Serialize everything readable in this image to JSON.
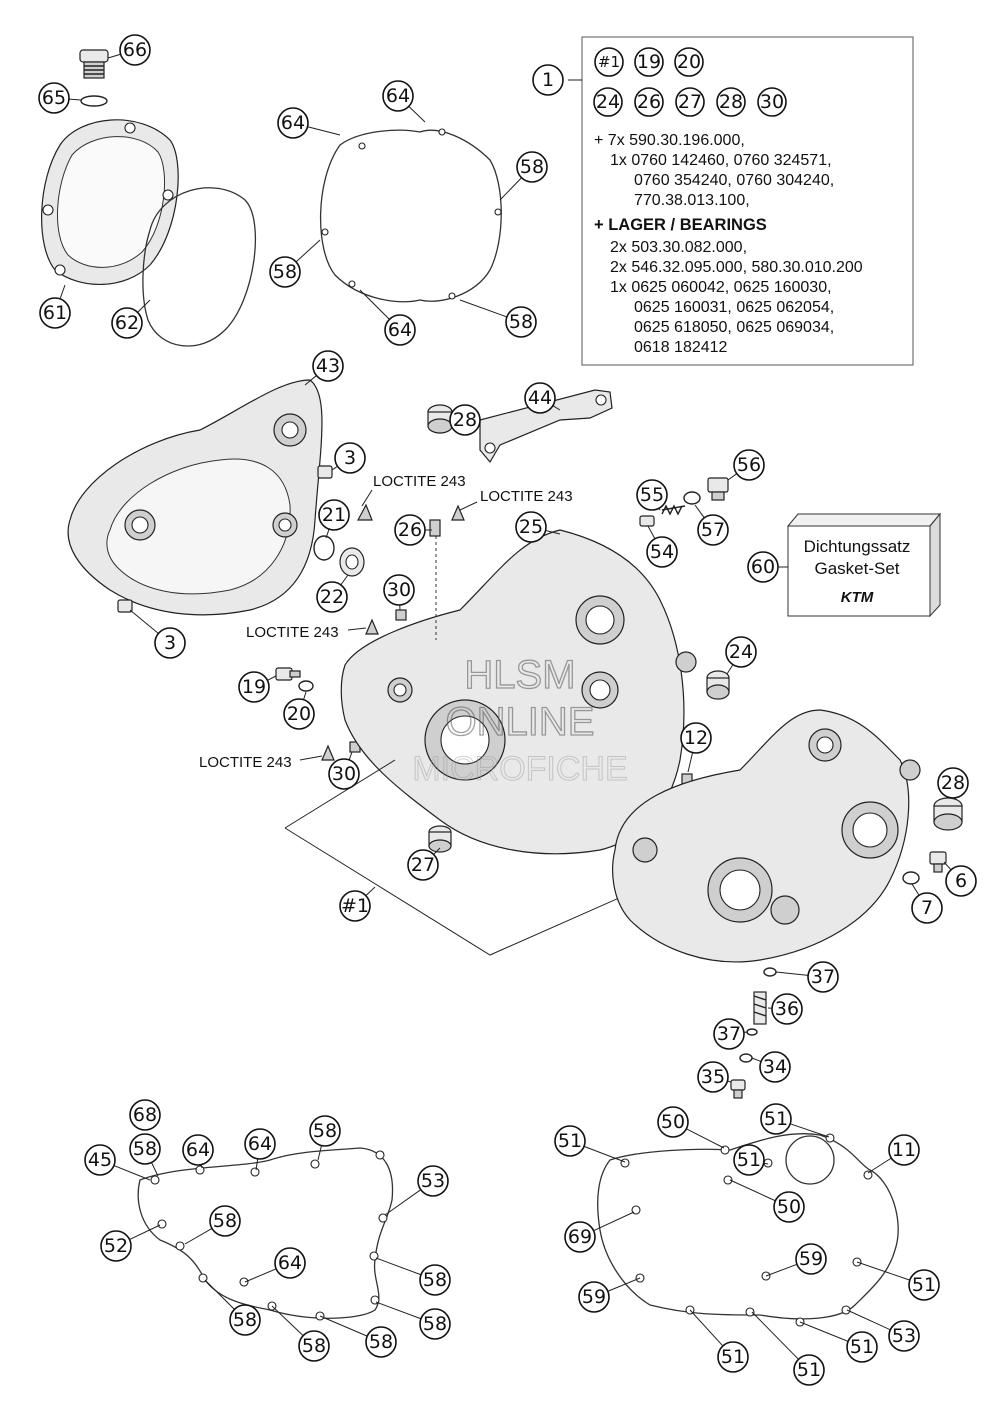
{
  "info_box": {
    "main_ref": "1",
    "refs_row1": [
      "#1",
      "19",
      "20"
    ],
    "refs_row2": [
      "24",
      "26",
      "27",
      "28",
      "30"
    ],
    "lines": [
      "+ 7x 590.30.196.000,",
      "1x 0760 142460, 0760 324571,",
      "0760 354240, 0760 304240,",
      "770.38.013.100,",
      "+ LAGER / BEARINGS",
      "2x 503.30.082.000,",
      "2x 546.32.095.000, 580.30.010.200",
      "1x 0625 060042, 0625 160030,",
      "0625 160031, 0625 062054,",
      "0625 618050, 0625 069034,",
      "0618 182412"
    ]
  },
  "gasket_kit": {
    "ref": "60",
    "line1": "Dichtungssatz",
    "line2": "Gasket-Set",
    "brand": "KTM"
  },
  "notes": {
    "loctite_1": "LOCTITE 243",
    "loctite_2": "LOCTITE 243",
    "loctite_3": "LOCTITE 243",
    "loctite_4": "LOCTITE 243"
  },
  "watermark": {
    "line1": "HLSM",
    "line2": "ONLINE",
    "line3": "MICROFICHE"
  },
  "callouts": {
    "c66": "66",
    "c65": "65",
    "c61": "61",
    "c62": "62",
    "c64a": "64",
    "c64b": "64",
    "c64c": "64",
    "c58a": "58",
    "c58b": "58",
    "c58c": "58",
    "c43": "43",
    "c3a": "3",
    "c3b": "3",
    "c21": "21",
    "c22": "22",
    "c30a": "30",
    "c30b": "30",
    "c19": "19",
    "c20": "20",
    "c28a": "28",
    "c44": "44",
    "c26": "26",
    "c25": "25",
    "c55": "55",
    "c56": "56",
    "c57": "57",
    "c54": "54",
    "c60": "60",
    "c24": "24",
    "c12": "12",
    "c27": "27",
    "c1b": "#1",
    "c28b": "28",
    "c6": "6",
    "c7": "7",
    "c37a": "37",
    "c36": "36",
    "c37b": "37",
    "c34": "34",
    "c35": "35",
    "c68": "68",
    "c45": "45",
    "c58d": "58",
    "c64d": "64",
    "c64e": "64",
    "c58e": "58",
    "c53a": "53",
    "c58f": "58",
    "c52": "52",
    "c64f": "64",
    "c58g": "58",
    "c58h": "58",
    "c58i": "58",
    "c58j": "58",
    "c58k": "58",
    "c51a": "51",
    "c50a": "50",
    "c51b": "51",
    "c51c": "51",
    "c11": "11",
    "c50b": "50",
    "c69": "69",
    "c59a": "59",
    "c59b": "59",
    "c51d": "51",
    "c53b": "53",
    "c51e": "51",
    "c51f": "51",
    "c51g": "51"
  }
}
